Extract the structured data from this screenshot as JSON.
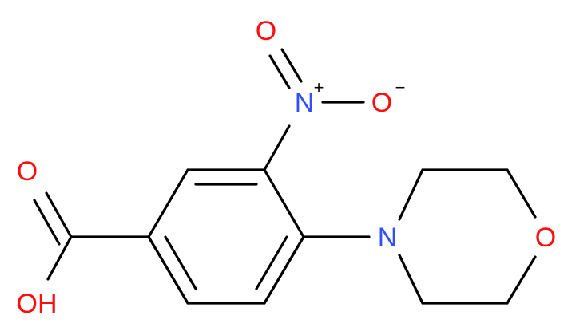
{
  "atoms": {
    "carbonyl_o": {
      "text": "O",
      "color": "#ff0d0d"
    },
    "hydroxyl": {
      "text": "OH",
      "color": "#ff0d0d"
    },
    "nitro_n": {
      "text": "N",
      "color": "#3050f8"
    },
    "nitro_n_charge": {
      "text": "+",
      "color": "#000000"
    },
    "nitro_o_top": {
      "text": "O",
      "color": "#ff0d0d"
    },
    "nitro_o_right": {
      "text": "O",
      "color": "#ff0d0d"
    },
    "nitro_o_charge": {
      "text": "−",
      "color": "#000000"
    },
    "amine_n": {
      "text": "N",
      "color": "#3050f8"
    },
    "ether_o": {
      "text": "O",
      "color": "#ff0d0d"
    }
  }
}
